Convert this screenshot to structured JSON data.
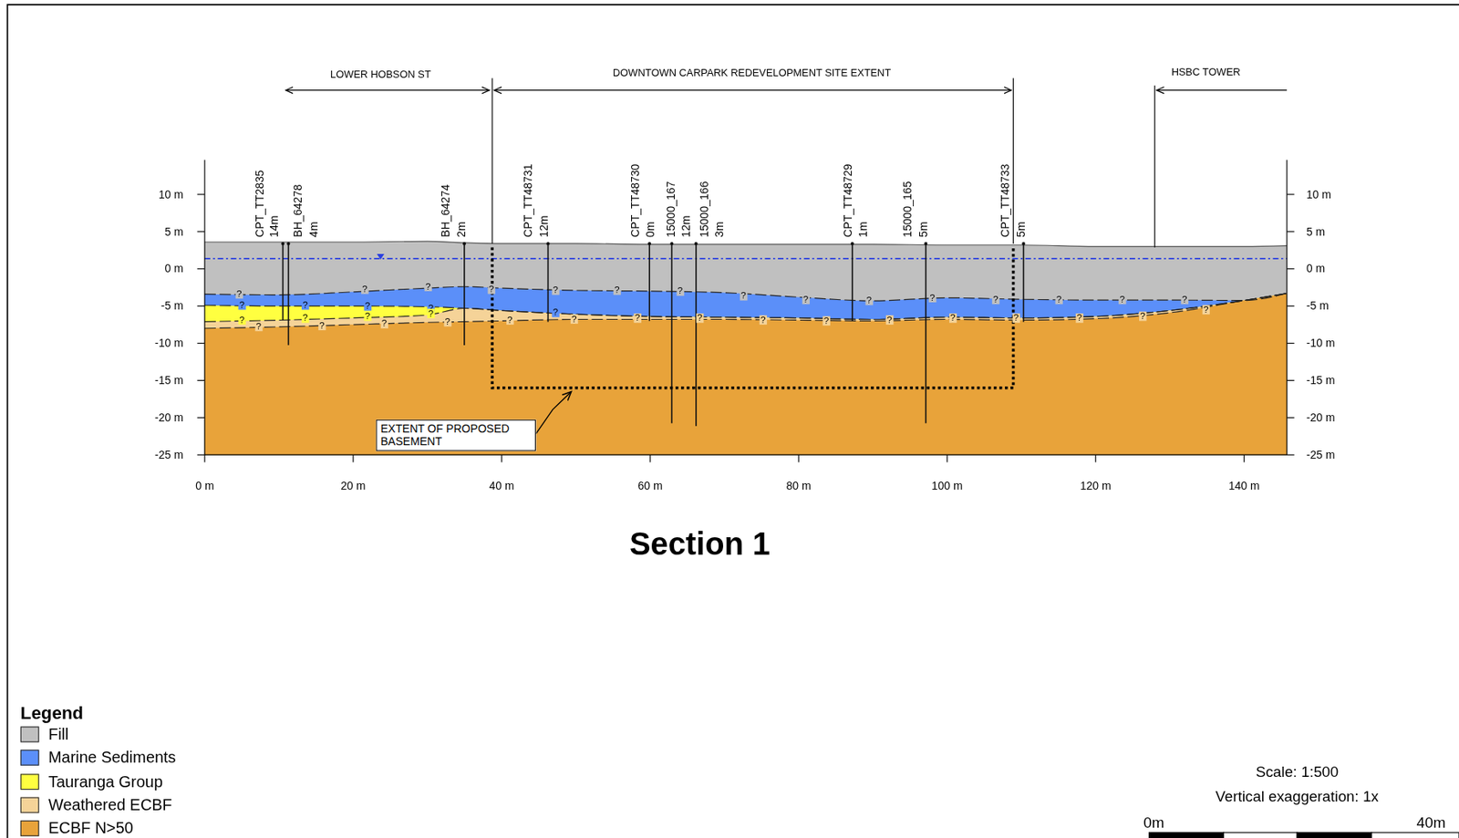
{
  "diagram": {
    "title": "Section 1",
    "nodes": [
      {
        "text": [
          "EXTENT OF PROPOSED BASEMENT"
        ]
      }
    ],
    "labels": [
      "LOWER HOBSON ST",
      "DOWNTOWN CARPARK REDEVELOPMENT SITE EXTENT",
      "HSBC TOWER",
      "CPT_TT2835",
      "14m",
      "BH_64278",
      "4m",
      "BH_64274",
      "2m",
      "CPT_TT48731",
      "12m",
      "CPT_TT48730",
      "0m",
      "15000_167",
      "12m",
      "15000_166",
      "3m",
      "CPT_TT48729",
      "1m",
      "15000_165",
      "5m",
      "CPT_TT48733",
      "5m",
      "10 m",
      "5 m",
      "0 m",
      "-5 m",
      "-10 m",
      "-15 m",
      "-20 m",
      "-25 m",
      "10 m",
      "5 m",
      "0 m",
      "-5 m",
      "-10 m",
      "-15 m",
      "-20 m",
      "-25 m",
      "0 m",
      "20 m",
      "40 m",
      "60 m",
      "80 m",
      "100 m",
      "120 m",
      "140 m",
      "Legend",
      "Scale: 1:500",
      "Vertical exaggeration: 1x",
      "0m",
      "40m",
      "?",
      "?",
      "?",
      "?",
      "?",
      "?",
      "?",
      "?",
      "?",
      "?",
      "?",
      "?",
      "?",
      "?",
      "?",
      "?",
      "?",
      "?",
      "?",
      "?",
      "?",
      "?",
      "?",
      "?",
      "?",
      "?",
      "?",
      "?",
      "?",
      "?",
      "?",
      "?",
      "?",
      "?",
      "?",
      "?",
      "?",
      "?",
      "?",
      "?"
    ],
    "legend": [
      {
        "text": "Fill",
        "color": "#c0c0c0"
      },
      {
        "text": "Marine Sediments",
        "color": "#5b8ff9"
      },
      {
        "text": "Tauranga Group",
        "color": "#ffff40"
      },
      {
        "text": "Weathered ECBF",
        "color": "#f5d398"
      },
      {
        "text": "ECBF N>50",
        "color": "#e8a33a"
      }
    ]
  }
}
